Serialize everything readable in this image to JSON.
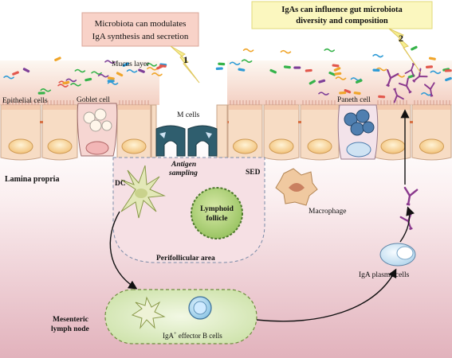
{
  "callouts": {
    "microbiota": {
      "line1": "Microbiota can modulates",
      "line2": "IgA synthesis and secretion",
      "number": "1"
    },
    "iga": {
      "line1": "IgAs can influence gut microbiota",
      "line2": "diversity and composition",
      "number": "2"
    }
  },
  "labels": {
    "mucus_layer": "Mucus layer",
    "epithelial_cells": "Epithelial cells",
    "goblet_cell": "Goblet cell",
    "m_cells": "M cells",
    "paneth_cell": "Paneth cell",
    "lamina_propria": "Lamina propria",
    "antigen_sampling_1": "Antigen",
    "antigen_sampling_2": "sampling",
    "sed": "SED",
    "dc": "DC",
    "lymphoid_follicle_1": "Lymphoid",
    "lymphoid_follicle_2": "follicle",
    "macrophage": "Macrophage",
    "perifollicular_area": "Perifollicular area",
    "iga_plasma_cells": "IgA plasma cells",
    "mesenteric_1": "Mesenteric",
    "mesenteric_2": "lymph node",
    "effector_prefix": "IgA",
    "effector_sup": "+",
    "effector_suffix": " effector B cells"
  },
  "colors": {
    "callout1_fill": "#f8d2c8",
    "callout2_fill": "#fbf7bf",
    "lightning": "#f5ee90",
    "epithelium": "#f7dcc4",
    "nucleus": "#fad9a0",
    "m_cell": "#2f5e6e",
    "follicle": "#8cc25c",
    "lymph_node": "#dfeec8",
    "iga_purple": "#8b3a8e",
    "dc_green": "#dfe6b4",
    "macrophage": "#f0c9a0"
  }
}
